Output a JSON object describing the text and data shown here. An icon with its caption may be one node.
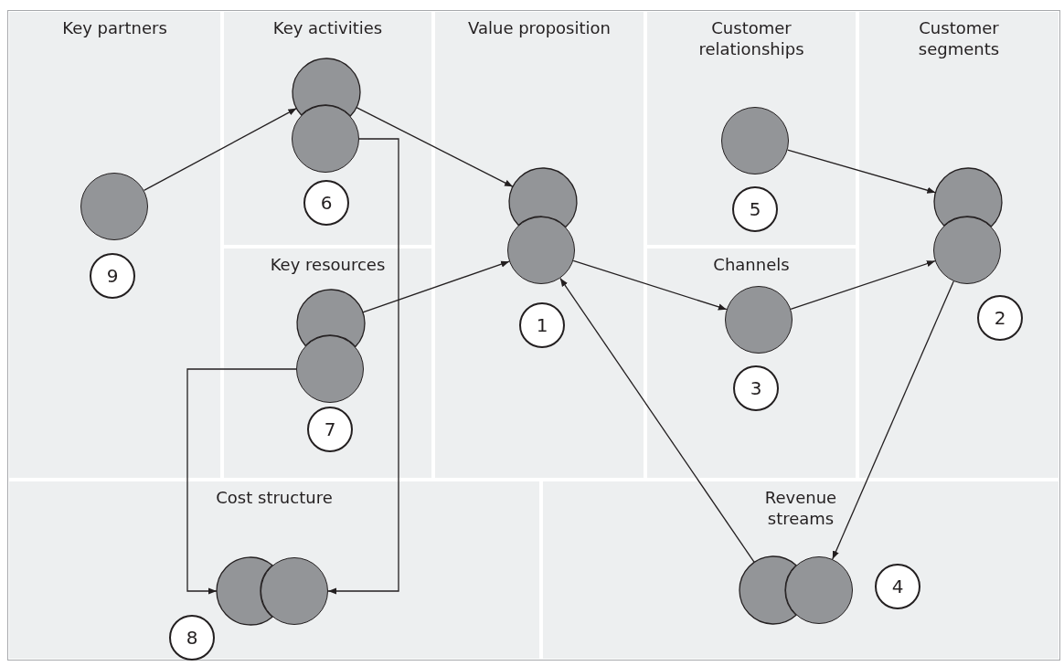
{
  "diagram": {
    "nodes": [
      {
        "text": [
          "Key partners"
        ]
      },
      {
        "text": [],
        "shape": "circle",
        "in": 0
      },
      {
        "text": [
          "9"
        ],
        "in": 0
      },
      {
        "text": [
          "Key activities"
        ]
      },
      {
        "text": [],
        "shape": "circle",
        "in": 3
      },
      {
        "text": [],
        "shape": "circle",
        "in": 3
      },
      {
        "text": [
          "6"
        ],
        "in": 3
      },
      {
        "text": [
          "Key resources"
        ]
      },
      {
        "text": [],
        "shape": "circle",
        "in": 7
      },
      {
        "text": [],
        "shape": "circle",
        "in": 7
      },
      {
        "text": [
          "7"
        ],
        "in": 7
      },
      {
        "text": [
          "Value proposition"
        ]
      },
      {
        "text": [],
        "shape": "circle",
        "in": 11
      },
      {
        "text": [],
        "shape": "circle",
        "in": 11
      },
      {
        "text": [
          "1"
        ],
        "in": 11
      },
      {
        "text": [
          "Customer relationships"
        ]
      },
      {
        "text": [],
        "shape": "circle",
        "in": 15
      },
      {
        "text": [
          "5"
        ],
        "in": 15
      },
      {
        "text": [
          "Channels"
        ]
      },
      {
        "text": [],
        "shape": "circle",
        "in": 18
      },
      {
        "text": [
          "3"
        ],
        "in": 18
      },
      {
        "text": [
          "Customer segments"
        ]
      },
      {
        "text": [],
        "shape": "circle",
        "in": 21
      },
      {
        "text": [],
        "shape": "circle",
        "in": 21
      },
      {
        "text": [
          "2"
        ],
        "in": 21
      },
      {
        "text": [
          "Cost structure"
        ]
      },
      {
        "text": [],
        "shape": "circle",
        "in": 25
      },
      {
        "text": [],
        "shape": "circle",
        "in": 25
      },
      {
        "text": [
          "8"
        ],
        "in": 25
      },
      {
        "text": [
          "Revenue streams"
        ]
      },
      {
        "text": [],
        "shape": "circle",
        "in": 29
      },
      {
        "text": [],
        "shape": "circle",
        "in": 29
      },
      {
        "text": [
          "4"
        ],
        "in": 29
      }
    ],
    "edges": [
      {
        "from": 1,
        "to": 4,
        "arrow": "to"
      },
      {
        "from": 4,
        "to": 12,
        "arrow": "to"
      },
      {
        "from": 5,
        "to": 27,
        "arrow": "to"
      },
      {
        "from": 8,
        "to": 13,
        "arrow": "to"
      },
      {
        "from": 9,
        "to": 26,
        "arrow": "to"
      },
      {
        "from": 13,
        "to": 19,
        "arrow": "to"
      },
      {
        "from": 19,
        "to": 23,
        "arrow": "to"
      },
      {
        "from": 16,
        "to": 22,
        "arrow": "to"
      },
      {
        "from": 23,
        "to": 31,
        "arrow": "to"
      },
      {
        "from": 30,
        "to": 13,
        "arrow": "to"
      }
    ]
  }
}
